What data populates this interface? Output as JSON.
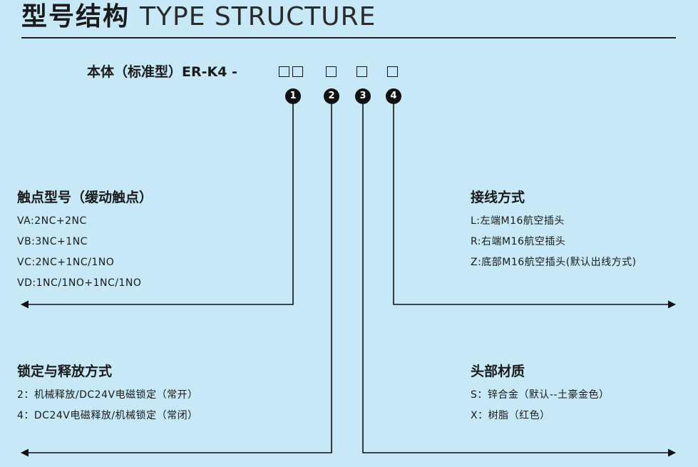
{
  "title": {
    "cn": "型号结构",
    "en": "TYPE STRUCTURE"
  },
  "model": {
    "prefix": "本体（标准型）ER-K4 -"
  },
  "markers": [
    "1",
    "2",
    "3",
    "4"
  ],
  "sections": {
    "contact": {
      "title": "触点型号（缓动触点）",
      "items": [
        "VA:2NC+2NC",
        "VB:3NC+1NC",
        "VC:2NC+1NC/1NO",
        "VD:1NC/1NO+1NC/1NO"
      ]
    },
    "wiring": {
      "title": "接线方式",
      "items": [
        "L:左端M16航空插头",
        "R:右端M16航空插头",
        "Z:底部M16航空插头(默认出线方式)"
      ]
    },
    "lock": {
      "title": "锁定与释放方式",
      "items": [
        "2：机械释放/DC24V电磁锁定（常开）",
        "4：DC24V电磁释放/机械锁定（常闭）"
      ]
    },
    "head": {
      "title": "头部材质",
      "items": [
        "S：锌合金（默认--土豪金色）",
        "X：树脂（红色）"
      ]
    }
  },
  "colors": {
    "background": "#c6e8f7",
    "ink": "#111111"
  }
}
